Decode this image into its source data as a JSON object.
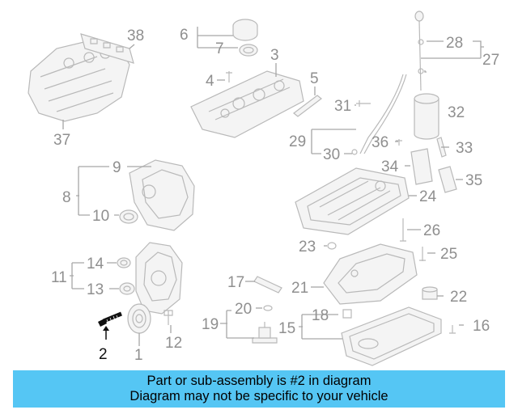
{
  "diagram": {
    "highlighted_part": "2",
    "callouts": [
      "1",
      "2",
      "3",
      "4",
      "5",
      "6",
      "7",
      "8",
      "9",
      "10",
      "11",
      "12",
      "13",
      "14",
      "15",
      "16",
      "17",
      "18",
      "19",
      "20",
      "21",
      "22",
      "23",
      "24",
      "25",
      "26",
      "27",
      "28",
      "29",
      "30",
      "31",
      "32",
      "33",
      "34",
      "35",
      "36",
      "37",
      "38"
    ]
  },
  "banner": {
    "line1": "Part or sub-assembly is #2 in diagram",
    "line2": "Diagram may not be specific to your vehicle",
    "color": "#55c6f4"
  }
}
